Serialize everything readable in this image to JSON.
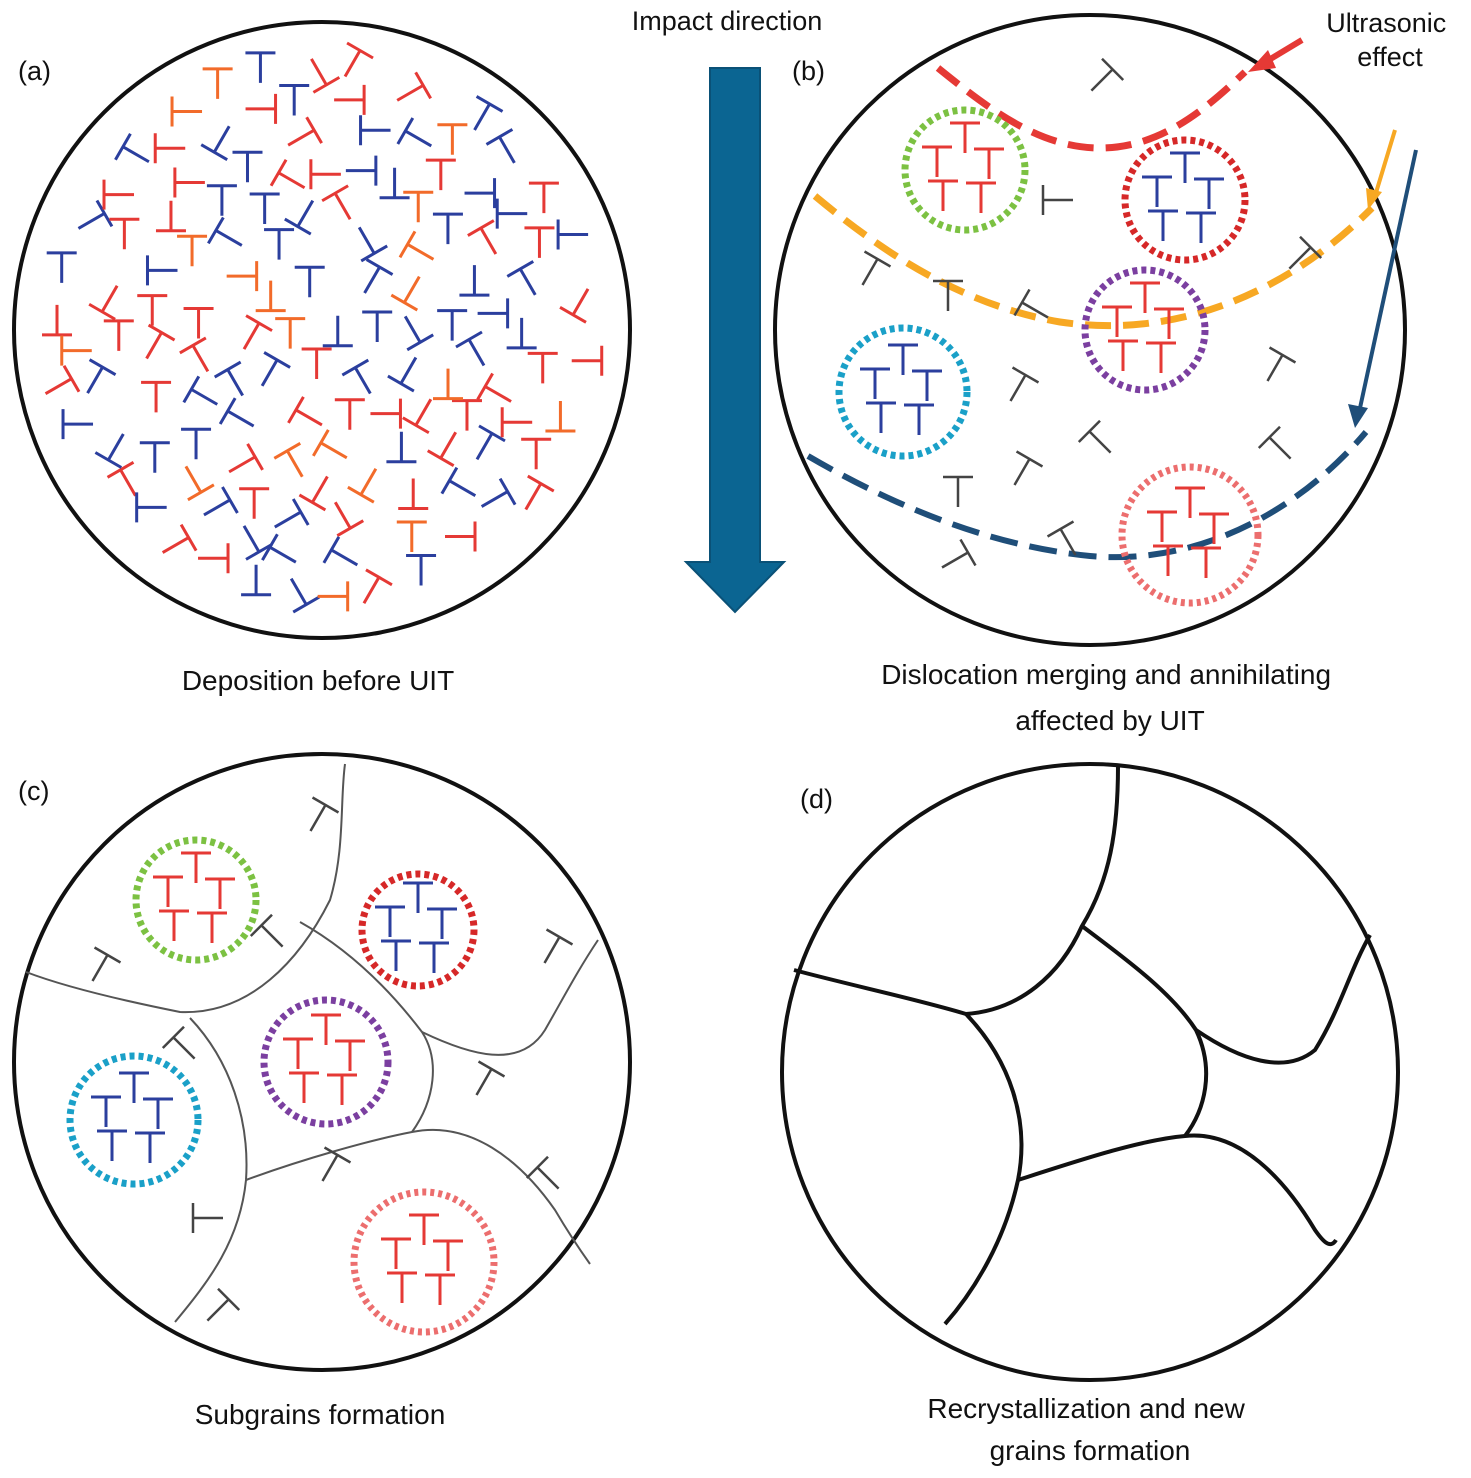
{
  "panels": {
    "a": {
      "label": "(a)",
      "caption": [
        "Deposition before UIT"
      ]
    },
    "b": {
      "label": "(b)",
      "caption": [
        "Dislocation merging and annihilating",
        "affected by UIT"
      ]
    },
    "c": {
      "label": "(c)",
      "caption": [
        "Subgrains formation"
      ]
    },
    "d": {
      "label": "(d)",
      "caption": [
        "Recrystallization and new",
        "grains formation"
      ]
    }
  },
  "annotations": {
    "impact_direction": "Impact direction",
    "ultrasonic_effect": [
      "Ultrasonic",
      "effect"
    ]
  },
  "colors": {
    "outline": "#111111",
    "dislocation_red": "#e53935",
    "dislocation_blue": "#2b3f9e",
    "dislocation_orange": "#f26b2a",
    "dislocation_gray": "#444444",
    "impact_arrow": "#0b6592",
    "ring_green": "#7cc142",
    "ring_red": "#d62828",
    "ring_purple": "#7b3fa0",
    "ring_cyan": "#1aa0c8",
    "ring_pink": "#ec6e6e",
    "wave_red": "#e53935",
    "wave_orange": "#f7a823",
    "wave_navy": "#1f4e79"
  }
}
